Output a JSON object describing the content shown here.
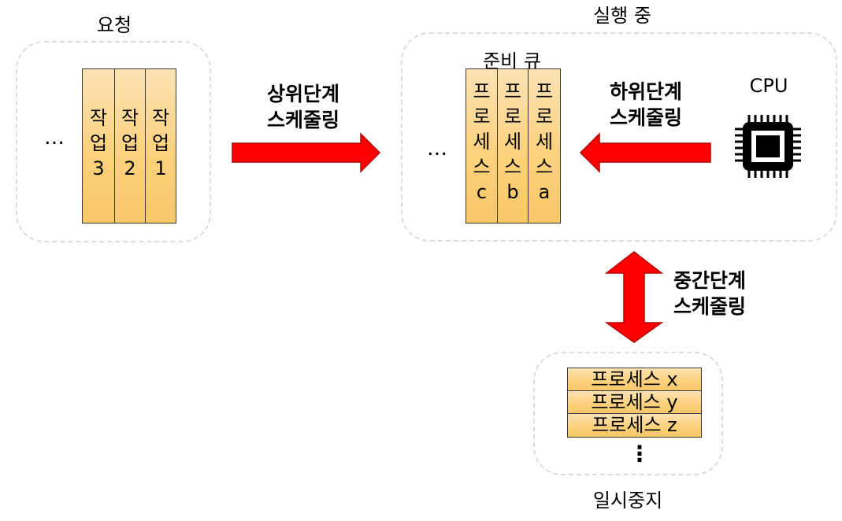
{
  "sections": {
    "request": "요청",
    "running": "실행 중",
    "ready_queue": "준비 큐",
    "suspended": "일시중지",
    "cpu": "CPU"
  },
  "jobs": [
    "작업3",
    "작업2",
    "작업1"
  ],
  "ready_processes": [
    "프로세스c",
    "프로세스b",
    "프로세스a"
  ],
  "suspended_processes": [
    "프로세스 x",
    "프로세스 y",
    "프로세스 z"
  ],
  "ellipsis": "…",
  "vertical_ellipsis": "⋮",
  "scheduling": {
    "long_term": [
      "상위단계",
      "스케줄링"
    ],
    "short_term": [
      "하위단계",
      "스케줄링"
    ],
    "medium_term": [
      "중간단계",
      "스케줄링"
    ]
  },
  "colors": {
    "arrow": "#ff0000",
    "arrow_outline": "#b80000",
    "cell_fill": "#fdd27e",
    "box_border": "#dcdcdc"
  }
}
